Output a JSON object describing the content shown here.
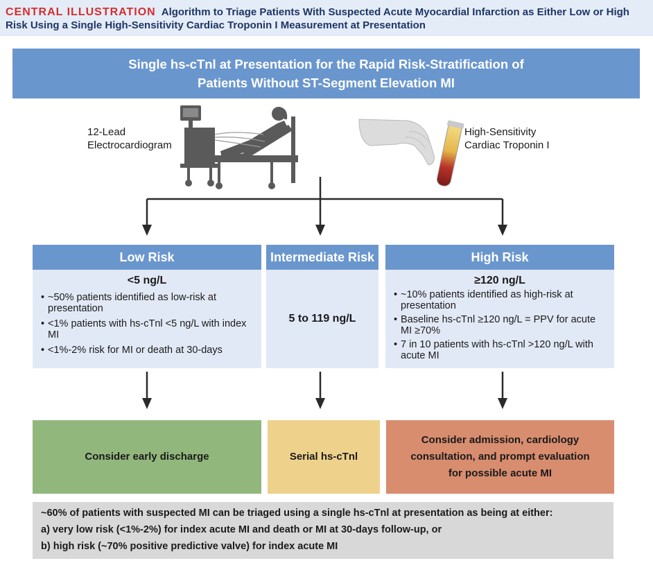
{
  "header": {
    "label": "CENTRAL ILLUSTRATION",
    "title": "Algorithm to Triage Patients With Suspected Acute Myocardial Infarction as Either Low or High Risk Using a Single High-Sensitivity Cardiac Troponin I Measurement at Presentation"
  },
  "banner": {
    "title": "Single hs-cTnl at Presentation for the Rapid Risk-Stratification of Patients Without ST-Segment Elevation MI"
  },
  "illustrations": {
    "ecg_label_line1": "12-Lead",
    "ecg_label_line2": "Electrocardiogram",
    "troponin_label_line1": "High-Sensitivity",
    "troponin_label_line2": "Cardiac Troponin I"
  },
  "columns": {
    "low": {
      "title": "Low Risk",
      "threshold": "<5 ng/L",
      "bullets": [
        "~50% patients identified as low-risk at presentation",
        "<1% patients with hs-cTnl  <5 ng/L with index MI",
        "<1%-2% risk for MI or death at 30-days"
      ]
    },
    "intermediate": {
      "title": "Intermediate Risk",
      "threshold": "5 to 119 ng/L"
    },
    "high": {
      "title": "High Risk",
      "threshold": "≥120 ng/L",
      "bullets": [
        "~10% patients identified as high-risk at presentation",
        "Baseline hs-cTnl ≥120 ng/L = PPV for acute MI ≥70%",
        "7 in 10 patients with hs-cTnl >120 ng/L with acute MI"
      ]
    }
  },
  "outcomes": {
    "low": "Consider early discharge",
    "intermediate": "Serial hs-cTnl",
    "high": "Consider admission, cardiology consultation, and prompt evaluation for possible acute MI"
  },
  "summary": {
    "line1": "~60% of patients with suspected MI can be triaged using a single hs-cTnl at presentation as being at either:",
    "line2": "a) very low risk (<1%-2%) for index acute MI and death or MI at 30-days follow-up, or",
    "line3": "b) high risk (~70% positive predictive valve) for index acute MI"
  },
  "colors": {
    "header_bg": "#e4ecf7",
    "header_label": "#d62d2e",
    "header_title": "#1f3564",
    "blue_band": "#6a96ce",
    "pale_blue": "#e2e9f6",
    "green": "#92b77c",
    "yellow": "#eed28c",
    "salmon": "#d88d6f",
    "gray": "#d8d8d8"
  }
}
